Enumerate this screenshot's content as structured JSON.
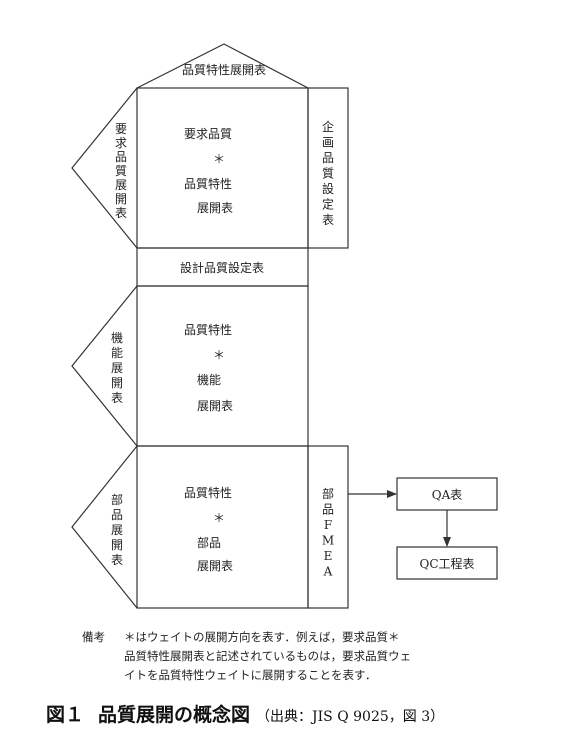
{
  "diagram": {
    "top_roof": "品質特性展開表",
    "left_1": "要求品質展開表",
    "right_1": "企画品質設定表",
    "box1": [
      "要求品質",
      "＊",
      "品質特性",
      "展開表"
    ],
    "band": "設計品質設定表",
    "left_2": "機能展開表",
    "box2": [
      "品質特性",
      "＊",
      "機能",
      "展開表"
    ],
    "left_3": "部品展開表",
    "box3": [
      "品質特性",
      "＊",
      "部品",
      "展開表"
    ],
    "right_3": "部品FMEA",
    "qa": "QA表",
    "qc": "QC工程表"
  },
  "note": {
    "label": "備考",
    "lines": [
      "＊はウェイトの展開方向を表す．例えば，要求品質＊",
      "品質特性展開表と記述されているものは，要求品質ウェ",
      "イトを品質特性ウェイトに展開することを表す．"
    ]
  },
  "caption": {
    "figure": "図１",
    "title": "品質展開の概念図",
    "source": "（出典：JIS Q 9025，図 3）"
  },
  "colors": {
    "line": "#333333",
    "text": "#222222"
  }
}
